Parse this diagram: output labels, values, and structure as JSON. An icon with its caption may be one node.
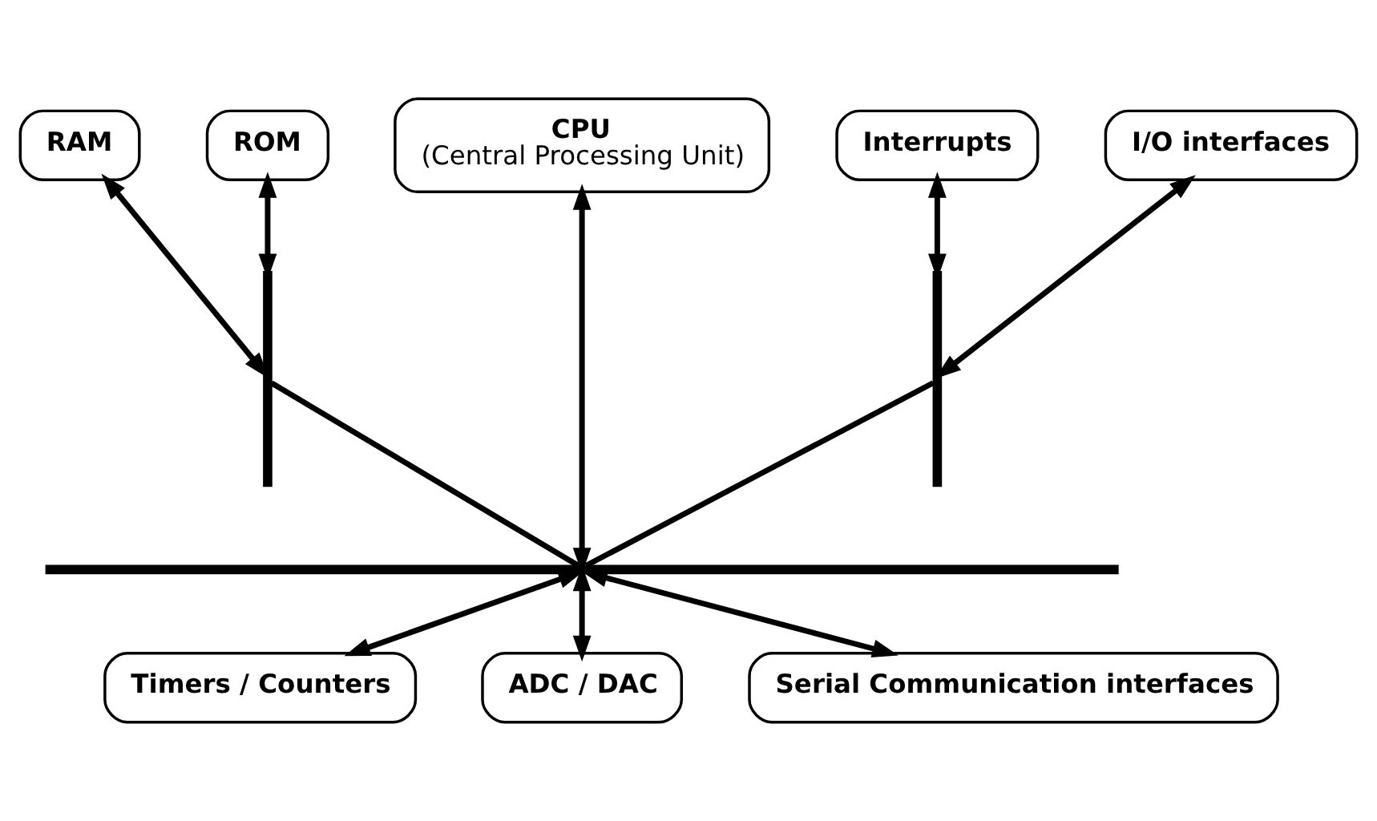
{
  "diagram": {
    "nodes": [
      {
        "text": [
          "RAM"
        ]
      },
      {
        "text": [],
        "shape": "bar"
      },
      {
        "text": [
          "CPU",
          "(Central Processing Unit)"
        ]
      },
      {
        "text": [],
        "shape": "bar"
      },
      {
        "text": [
          "Interrupts"
        ]
      },
      {
        "text": [
          "ROM"
        ]
      },
      {
        "text": [
          "I/O interfaces"
        ]
      },
      {
        "text": [],
        "shape": "bar"
      },
      {
        "text": [
          "Timers / Counters"
        ]
      },
      {
        "text": [
          "ADC / DAC"
        ]
      },
      {
        "text": [
          "Serial Communication interfaces"
        ]
      }
    ],
    "edges": [
      {
        "from": 0,
        "to": 1,
        "arrow": "both"
      },
      {
        "from": 5,
        "to": 1,
        "arrow": "both"
      },
      {
        "from": 4,
        "to": 3,
        "arrow": "both"
      },
      {
        "from": 6,
        "to": 3,
        "arrow": "both"
      },
      {
        "from": 1,
        "to": 7,
        "arrow": "none"
      },
      {
        "from": 3,
        "to": 7,
        "arrow": "none"
      },
      {
        "from": 2,
        "to": 7,
        "arrow": "both"
      },
      {
        "from": 7,
        "to": 8,
        "arrow": "both"
      },
      {
        "from": 7,
        "to": 9,
        "arrow": "both"
      },
      {
        "from": 7,
        "to": 10,
        "arrow": "both"
      }
    ]
  }
}
